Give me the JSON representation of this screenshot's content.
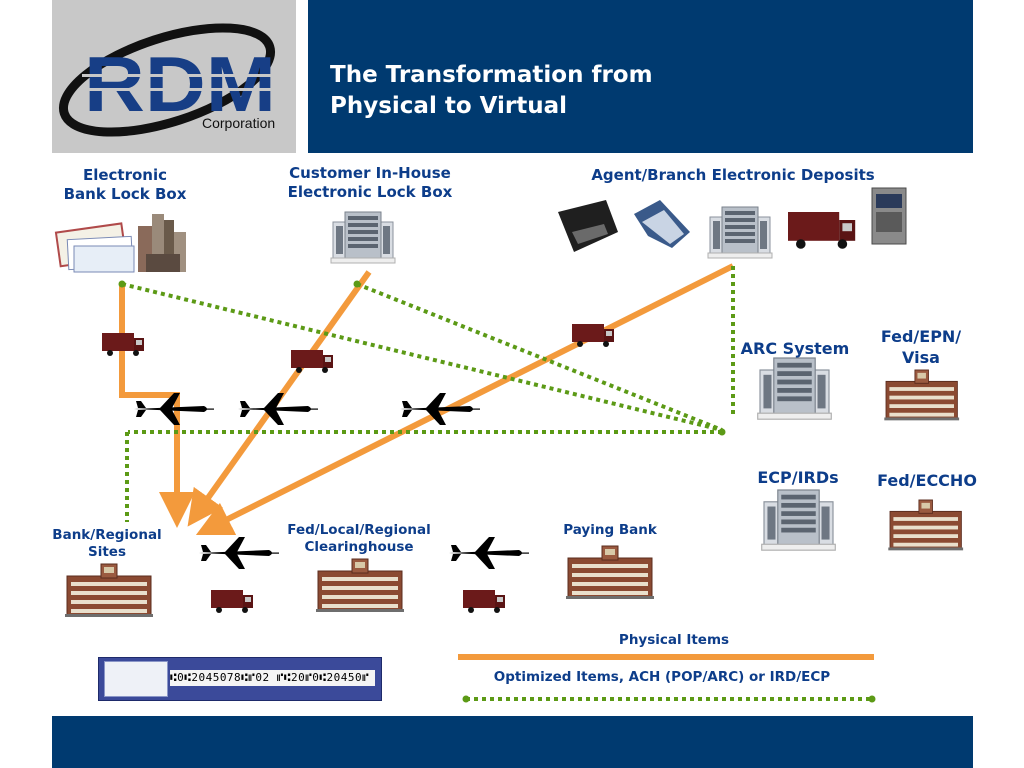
{
  "header": {
    "logo_text": "RDM",
    "logo_subtext": "Corporation",
    "title_line1": "The Transformation from",
    "title_line2": "Physical to Virtual"
  },
  "nodes": {
    "electronic_lockbox_line1": "Electronic",
    "electronic_lockbox_line2": "Bank Lock Box",
    "customer_lockbox_line1": "Customer In-House",
    "customer_lockbox_line2": "Electronic Lock Box",
    "agent_branch": "Agent/Branch Electronic Deposits",
    "arc_system": "ARC System",
    "fed_epn_line1": "Fed/EPN/",
    "fed_epn_line2": "Visa",
    "ecp_irds": "ECP/IRDs",
    "fed_eccho": "Fed/ECCHO",
    "bank_regional_line1": "Bank/Regional",
    "bank_regional_line2": "Sites",
    "clearinghouse_line1": "Fed/Local/Regional",
    "clearinghouse_line2": "Clearinghouse",
    "paying_bank": "Paying Bank"
  },
  "legend": {
    "physical_items": "Physical Items",
    "optimized_items": "Optimized Items, ACH (POP/ARC) or IRD/ECP",
    "physical_color": "#f39a3c",
    "optimized_color": "#5c9a16"
  },
  "micr_line": "⑆0⑆2045078⑆⑈02  ⑈⑆20⑈0⑆20450⑈",
  "colors": {
    "navy": "#003a70",
    "label_blue": "#0d3d8a",
    "truck": "#6b1a1a",
    "building_brown": "#8b4a32"
  }
}
